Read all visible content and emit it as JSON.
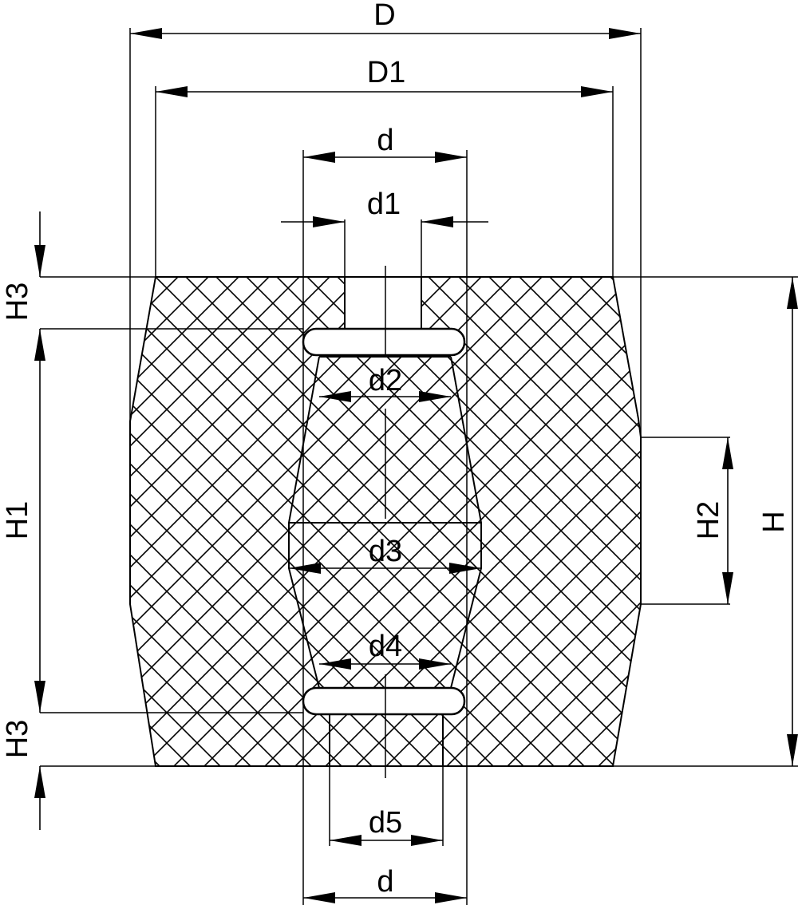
{
  "diagram": {
    "stroke_color": "#000000",
    "background_color": "#ffffff",
    "hatch_style": "cross-hatch",
    "labels": {
      "D": "D",
      "D1": "D1",
      "d_top": "d",
      "d1": "d1",
      "d2": "d2",
      "d3": "d3",
      "d4": "d4",
      "d5": "d5",
      "d_bottom": "d",
      "H": "H",
      "H1": "H1",
      "H2": "H2",
      "H3_top": "H3",
      "H3_bottom": "H3"
    }
  }
}
